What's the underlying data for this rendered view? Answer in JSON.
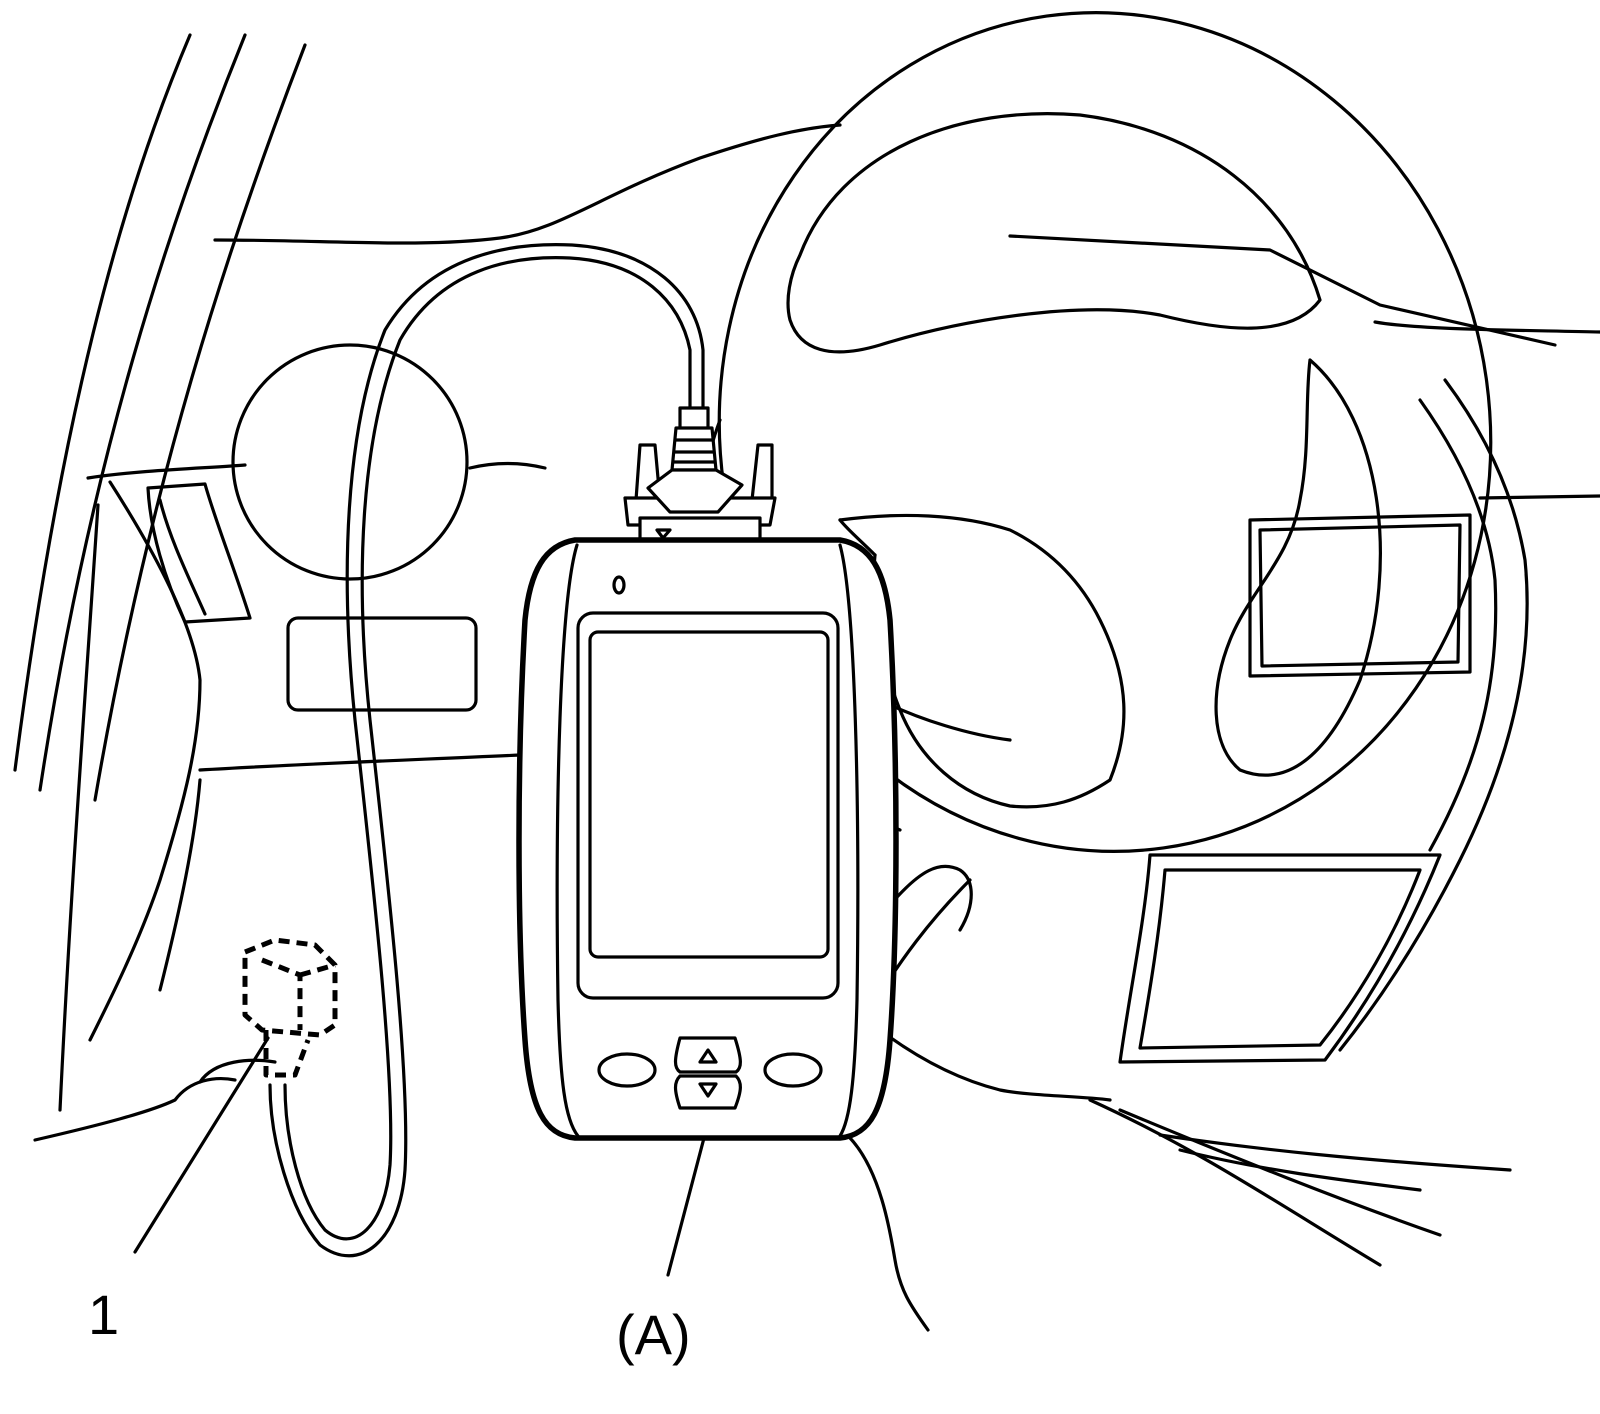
{
  "diagram": {
    "callouts": [
      {
        "id": "connector",
        "text": "1"
      },
      {
        "id": "scan-tool",
        "text": "(A)"
      }
    ],
    "colors": {
      "line": "#000000",
      "background": "#ffffff"
    },
    "icons": {
      "scroll_up": "up-triangle-icon",
      "scroll_down": "down-triangle-icon",
      "connector_marker": "down-triangle-icon"
    }
  }
}
